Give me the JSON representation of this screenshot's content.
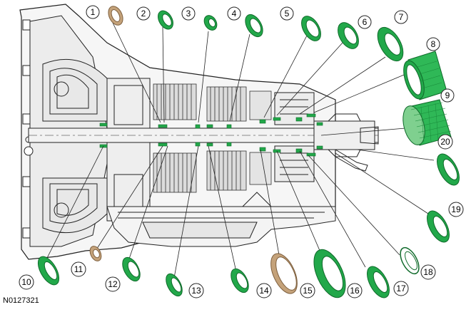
{
  "document_id": "N0127321",
  "callouts": [
    {
      "id": 1,
      "label": "1",
      "color": "tan"
    },
    {
      "id": 2,
      "label": "2",
      "color": "green"
    },
    {
      "id": 3,
      "label": "3",
      "color": "green"
    },
    {
      "id": 4,
      "label": "4",
      "color": "green"
    },
    {
      "id": 5,
      "label": "5",
      "color": "green"
    },
    {
      "id": 6,
      "label": "6",
      "color": "green"
    },
    {
      "id": 7,
      "label": "7",
      "color": "green"
    },
    {
      "id": 8,
      "label": "8",
      "color": "green"
    },
    {
      "id": 9,
      "label": "9",
      "color": "green"
    },
    {
      "id": 10,
      "label": "10",
      "color": "green"
    },
    {
      "id": 11,
      "label": "11",
      "color": "tan"
    },
    {
      "id": 12,
      "label": "12",
      "color": "green"
    },
    {
      "id": 13,
      "label": "13",
      "color": "green"
    },
    {
      "id": 14,
      "label": "14",
      "color": "green"
    },
    {
      "id": 15,
      "label": "15",
      "color": "tan"
    },
    {
      "id": 16,
      "label": "16",
      "color": "green"
    },
    {
      "id": 17,
      "label": "17",
      "color": "green"
    },
    {
      "id": 18,
      "label": "18",
      "color": "white"
    },
    {
      "id": 19,
      "label": "19",
      "color": "green"
    },
    {
      "id": 20,
      "label": "20",
      "color": "green"
    }
  ],
  "colors": {
    "green": "#22a84a",
    "green_dark": "#0f6a2a",
    "tan": "#c4a27a",
    "tan_dark": "#7d5f3e",
    "line": "#222222",
    "housing_fill": "#f4f4f4"
  }
}
